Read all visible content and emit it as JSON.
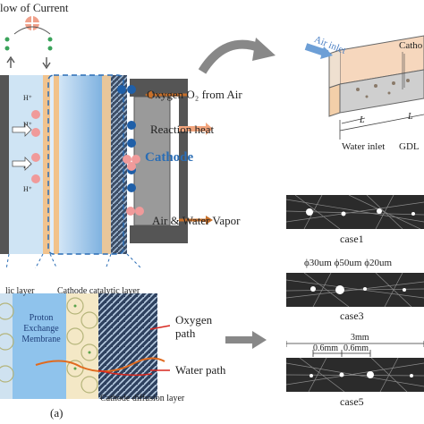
{
  "flow_title": "low of Current",
  "labels": {
    "oxygen_from_air": "Oxygen O₂ from Air",
    "reaction_heat": "Reaction heat",
    "cathode": "Cathode",
    "air_water_vapor": "Air & Water Vapor",
    "oxygen_path": "Oxygen\npath",
    "water_path": "Water path",
    "catalytic_layer_left": "lic layer",
    "cathode_catalytic_layer": "Cathode catalytic layer",
    "membrane": "Proton\nExchange\nMembrane",
    "cathode_diffusion_layer": "Cathode diffusion layer",
    "panel_a": "(a)"
  },
  "channel": {
    "air_inlet": "Air inlet",
    "cathode": "Catho",
    "water_inlet": "Water inlet",
    "gdl": "GDL",
    "dim_l_small": "L",
    "dim_l_large": "L"
  },
  "cases": {
    "case1": "case1",
    "case3": "case3",
    "case5": "case5",
    "pores": "ϕ30um  ϕ50um ϕ20um",
    "span_3mm": "3mm",
    "span_06_a": "0.6mm",
    "span_06_b": "0.6mm"
  },
  "colors": {
    "membrane": "#bfe0f5",
    "catalyst": "#f1c38e",
    "oxygen_dot": "#1f5fa8",
    "water_dot": "#f09a9a",
    "cathode_text": "#2a6db5",
    "arrow_orange": "#c8702a",
    "dashed_box": "#2a6db5",
    "water_path": "#d7261e"
  }
}
